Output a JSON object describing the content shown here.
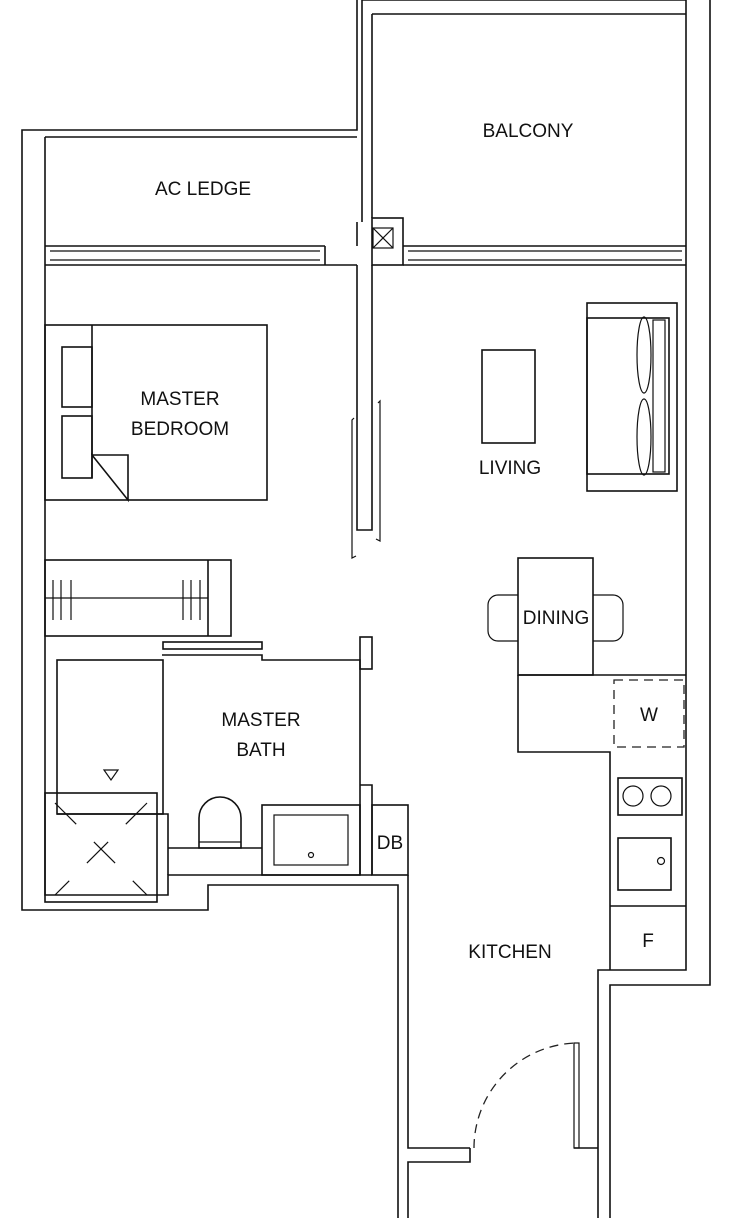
{
  "rooms": {
    "balcony": "BALCONY",
    "ac_ledge": "AC LEDGE",
    "master_bedroom_1": "MASTER",
    "master_bedroom_2": "BEDROOM",
    "living": "LIVING",
    "dining": "DINING",
    "master_bath_1": "MASTER",
    "master_bath_2": "BATH",
    "kitchen": "KITCHEN"
  },
  "fixtures": {
    "washer": "W",
    "db": "DB",
    "fridge": "F"
  }
}
